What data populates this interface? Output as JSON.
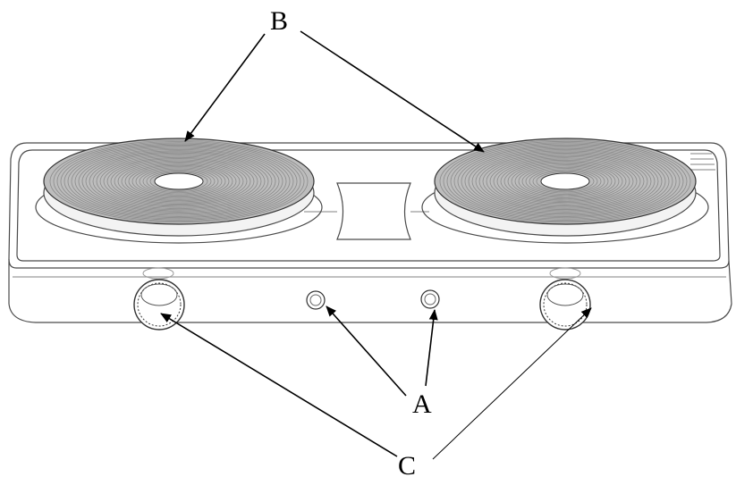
{
  "labels": {
    "a": "A",
    "b": "B",
    "c": "C"
  },
  "colors": {
    "ink": "#000000",
    "line": "#4a4a4a",
    "light_line": "#9a9a9a",
    "background": "#ffffff"
  }
}
